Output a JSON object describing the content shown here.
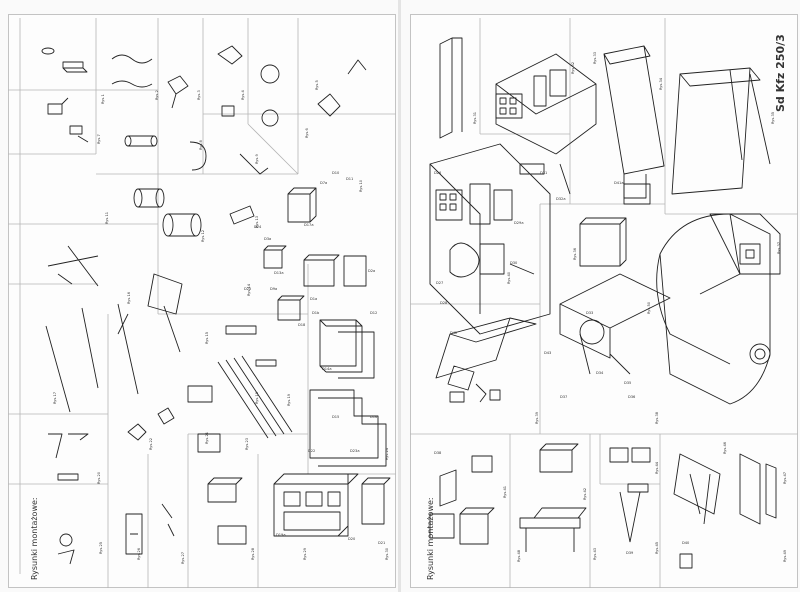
{
  "left_page": {
    "caption": "Rysunki montażowe:",
    "figures": [
      "Rys.1",
      "Rys.2",
      "Rys.3",
      "Rys.4",
      "Rys.5",
      "Rys.6",
      "Rys.7",
      "Rys.8",
      "Rys.9",
      "Rys.10",
      "Rys.11",
      "Rys.12",
      "Rys.13",
      "Rys.14",
      "Rys.15",
      "Rys.16",
      "Rys.17",
      "Rys.18",
      "Rys.19",
      "Rys.20",
      "Rys.21",
      "Rys.22",
      "Rys.23",
      "Rys.24",
      "Rys.25",
      "Rys.26",
      "Rys.27",
      "Rys.28",
      "Rys.29",
      "Rys.30"
    ],
    "part_numbers": [
      "D1a",
      "D1b",
      "D2a",
      "D3a",
      "D7a",
      "D9a",
      "D10",
      "D11",
      "D12",
      "D13a",
      "D14a",
      "D15",
      "D16",
      "D17a",
      "D18",
      "D19a",
      "D20",
      "D21",
      "D22",
      "D23a",
      "D24",
      "D25"
    ]
  },
  "right_page": {
    "title": "Sd Kfz 250/3",
    "caption": "Rysunki montażowe:",
    "figures": [
      "Rys.31",
      "Rys.32",
      "Rys.33",
      "Rys.34",
      "Rys.35",
      "Rys.36",
      "Rys.37",
      "Rys.38",
      "Rys.39",
      "Rys.40",
      "Rys.41",
      "Rys.42",
      "Rys.43",
      "Rys.44",
      "Rys.45",
      "Rys.46",
      "Rys.47",
      "Rys.48",
      "Rys.49",
      "Rys.50"
    ],
    "part_numbers": [
      "D26",
      "D27",
      "D28",
      "D29a",
      "D30",
      "D31",
      "D32a",
      "D33",
      "D34",
      "D35",
      "D36",
      "D37",
      "D38",
      "D39",
      "D40",
      "D41a",
      "D42",
      "D43"
    ]
  },
  "colors": {
    "line": "#222222",
    "panel_border": "#b5b5b5",
    "page": "#fdfdfd",
    "fold": "#e4e4e4"
  }
}
